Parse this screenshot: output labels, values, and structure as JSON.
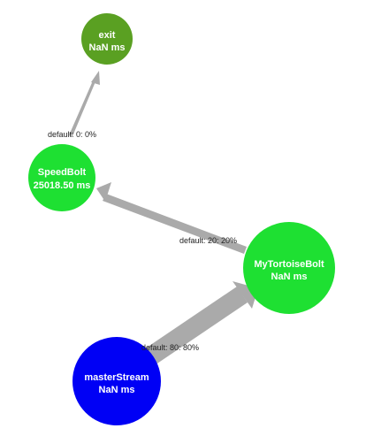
{
  "colors": {
    "edge": "#aaaaaa",
    "exit_node": "#5aa022",
    "bolt_node": "#1ee032",
    "spout_node": "#0000f5",
    "node_text": "#ffffff",
    "edge_label_text": "#222222"
  },
  "nodes": {
    "exit": {
      "title": "exit",
      "latency": "NaN ms"
    },
    "speed": {
      "title": "SpeedBolt",
      "latency": "25018.50 ms"
    },
    "tortoise": {
      "title": "MyTortoiseBolt",
      "latency": "NaN ms"
    },
    "master": {
      "title": "masterStream",
      "latency": "NaN ms"
    }
  },
  "edges": {
    "speed_to_exit": {
      "label": "default: 0: 0%"
    },
    "tortoise_to_speed": {
      "label": "default: 20: 20%"
    },
    "master_to_tortoise": {
      "label": "default: 80: 80%"
    }
  }
}
